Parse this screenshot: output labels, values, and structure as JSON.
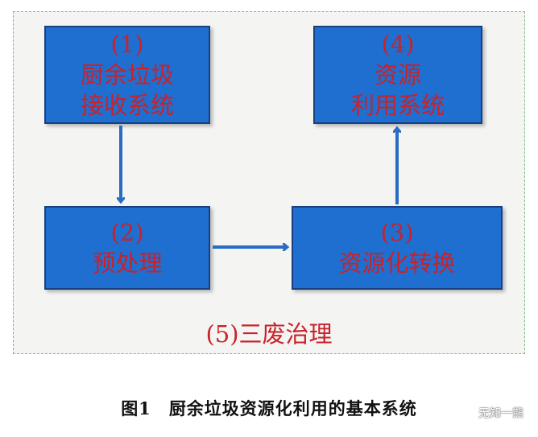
{
  "diagram": {
    "boxes": [
      {
        "number": "(1)",
        "lines": [
          "厨余垃圾",
          "接收系统"
        ]
      },
      {
        "number": "(2)",
        "lines": [
          "预处理"
        ]
      },
      {
        "number": "(3)",
        "lines": [
          "资源化转换"
        ]
      },
      {
        "number": "(4)",
        "lines": [
          "资源",
          "利用系统"
        ]
      }
    ],
    "outer_label": "(5)三废治理",
    "caption": {
      "figure": "图1",
      "text": "厨余垃圾资源化利用的基本系统"
    },
    "colors": {
      "box_fill": "#1f6fd0",
      "box_text": "#c8222a",
      "arrow": "#2a6cc4",
      "frame_border": "#6fc26f"
    }
  },
  "watermark": {
    "text": "无知一熊",
    "icon": "chat-bubble-icon"
  }
}
